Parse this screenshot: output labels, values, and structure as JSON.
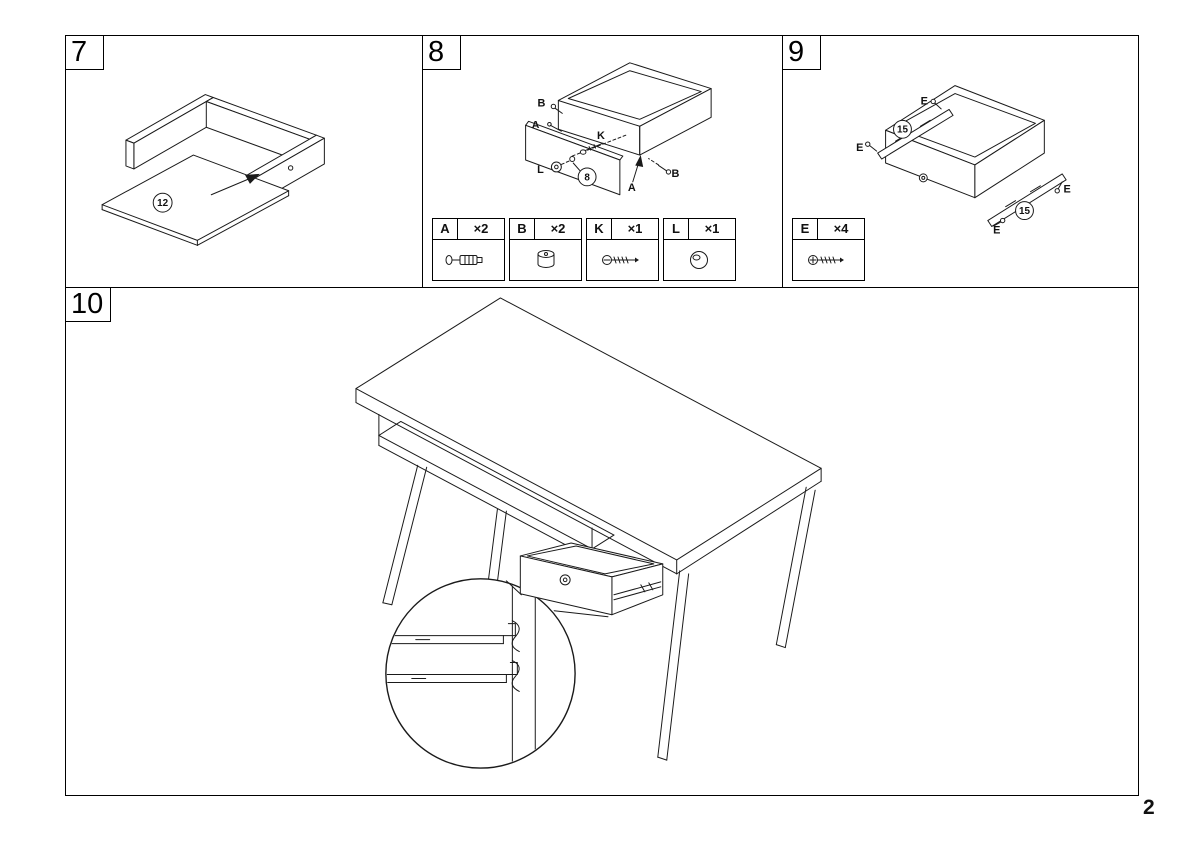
{
  "page": {
    "number": "2"
  },
  "colors": {
    "ink": "#1a1a1a",
    "background": "#ffffff"
  },
  "steps": {
    "s7": {
      "number": "7",
      "callouts": {
        "panel_ref": "12"
      }
    },
    "s8": {
      "number": "8",
      "callouts": {
        "b_top": "B",
        "a_top": "A",
        "k": "K",
        "l": "L",
        "panel_ref": "8",
        "a_front": "A",
        "b_right": "B"
      },
      "parts": [
        {
          "letter": "A",
          "qty": "×2",
          "icon": "cam-bolt-icon"
        },
        {
          "letter": "B",
          "qty": "×2",
          "icon": "cam-lock-icon"
        },
        {
          "letter": "K",
          "qty": "×1",
          "icon": "screw-icon"
        },
        {
          "letter": "L",
          "qty": "×1",
          "icon": "knob-icon"
        }
      ]
    },
    "s9": {
      "number": "9",
      "callouts": {
        "e_top": "E",
        "e_left": "E",
        "e_right": "E",
        "e_bottom": "E",
        "rail_ref_left": "15",
        "rail_ref_right": "15"
      },
      "parts": [
        {
          "letter": "E",
          "qty": "×4",
          "icon": "screw-icon"
        }
      ]
    },
    "s10": {
      "number": "10"
    }
  }
}
